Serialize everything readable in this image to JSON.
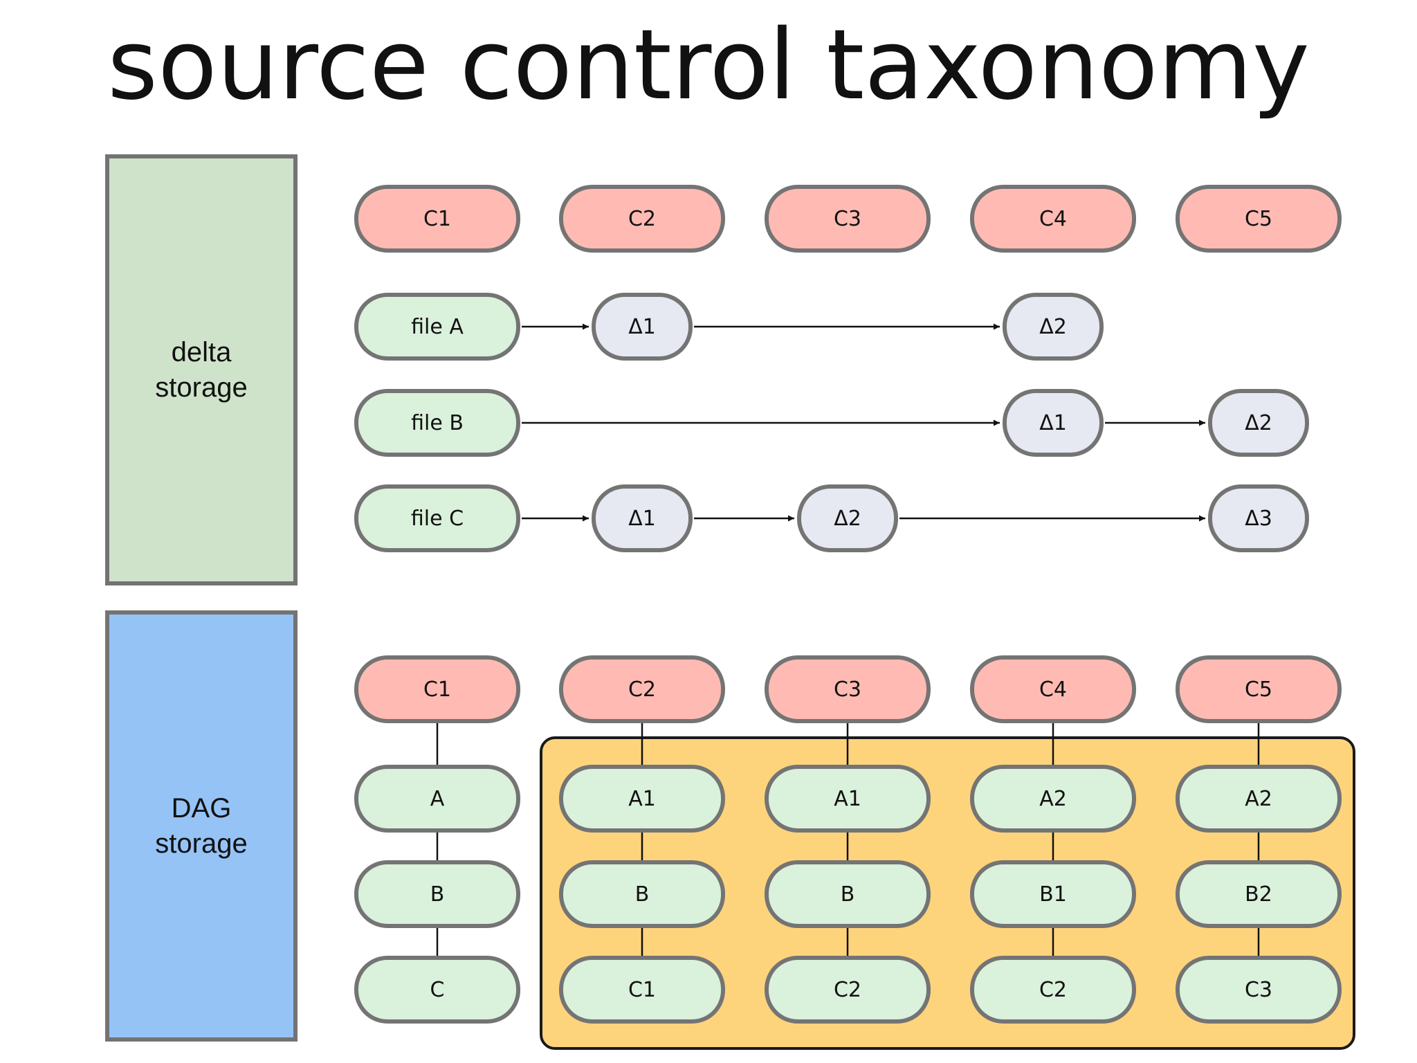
{
  "title": "source control taxonomy",
  "sections": {
    "delta": {
      "label": "delta\nstorage",
      "commits": [
        "C1",
        "C2",
        "C3",
        "C4",
        "C5"
      ],
      "files": [
        {
          "label": "file A",
          "deltas": [
            {
              "col": 1,
              "label": "Δ1"
            },
            {
              "col": 3,
              "label": "Δ2"
            }
          ]
        },
        {
          "label": "file B",
          "deltas": [
            {
              "col": 3,
              "label": "Δ1"
            },
            {
              "col": 4,
              "label": "Δ2"
            }
          ]
        },
        {
          "label": "file C",
          "deltas": [
            {
              "col": 1,
              "label": "Δ1"
            },
            {
              "col": 2,
              "label": "Δ2"
            },
            {
              "col": 4,
              "label": "Δ3"
            }
          ]
        }
      ]
    },
    "dag": {
      "label": "DAG\nstorage",
      "commits": [
        "C1",
        "C2",
        "C3",
        "C4",
        "C5"
      ],
      "trees": [
        [
          "A",
          "B",
          "C"
        ],
        [
          "A1",
          "B",
          "C1"
        ],
        [
          "A1",
          "B",
          "C2"
        ],
        [
          "A2",
          "B1",
          "C2"
        ],
        [
          "A2",
          "B2",
          "C3"
        ]
      ]
    }
  },
  "colors": {
    "commit_fill": "#ffbbb3",
    "file_fill": "#daf1db",
    "delta_fill": "#e6e9f1",
    "delta_panel": "#cfe3ca",
    "dag_panel": "#95c3f6",
    "highlight": "#fdd47c",
    "pill_border": "#747474"
  }
}
